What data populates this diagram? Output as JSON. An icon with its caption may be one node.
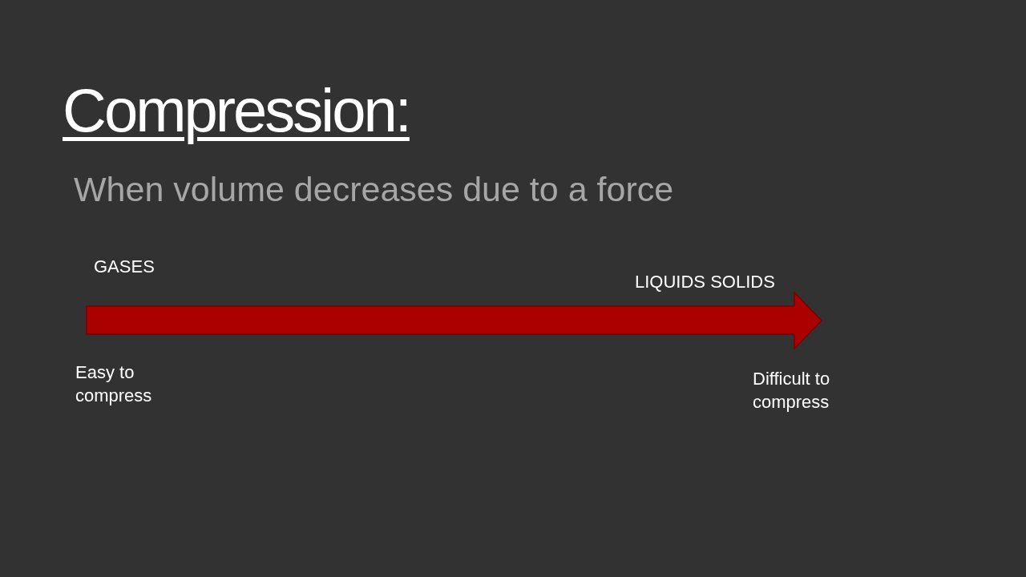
{
  "diagram": {
    "title": "Compression:",
    "labels": [
      "When volume decreases due to a force",
      "GASES",
      "LIQUIDS SOLIDS",
      "Easy to compress",
      "Difficult to compress"
    ]
  }
}
